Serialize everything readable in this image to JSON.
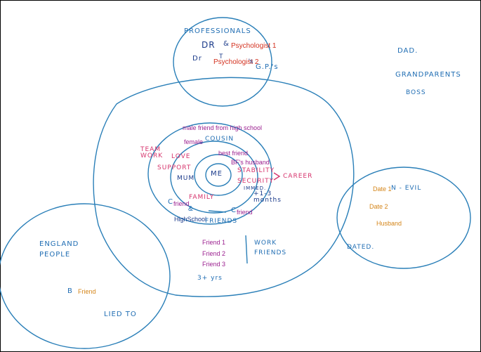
{
  "colors": {
    "ink_blue": "#1f6db3",
    "ink_navy": "#1a3a8a",
    "ink_pink": "#d6336c",
    "ink_purple": "#9b1f8f",
    "ink_red": "#d3311f",
    "ink_orange": "#d48519"
  },
  "professionals": {
    "title": "PROFESSIONALS",
    "dr1_prefix": "DR",
    "dr1_amp": "&",
    "dr1_name": "Psychologist 1",
    "dr2_prefix": "Dr",
    "dr2_mark": "T",
    "dr2_name": "Psychologist 2",
    "dr2_suffix": "'s",
    "gps": "G.P.'s"
  },
  "outside": {
    "dad": "DAD.",
    "grandparents": "GRANDPARENTS",
    "boss": "BOSS"
  },
  "center": {
    "me": "ME",
    "mum": "MUM",
    "family": "FAMILY",
    "male_friend": "male friend from high school",
    "female": "female",
    "cousin": "COUSIN",
    "best_friend": "best friend",
    "bf_husband": "BF's husband",
    "team_work": "TEAM WORK",
    "love": "LOVE",
    "support": "SUPPORT",
    "stability": "STABILITY",
    "security": "SECURITY",
    "career": "CAREER",
    "immed": "IMMED.",
    "months": "+1-3 months",
    "c1_prefix": "C",
    "friend_c1": "friend",
    "amp": "&",
    "c2_prefix": "C",
    "friend_c2": "friend",
    "highschool": "HighSchool",
    "friends": "FRIENDS"
  },
  "work": {
    "friend1": "Friend 1",
    "friend2": "Friend 2",
    "friend3": "Friend 3",
    "work_friends": "WORK FRIENDS",
    "years": "3+ yrs"
  },
  "england": {
    "title": "ENGLAND PEOPLE",
    "b_prefix": "B",
    "friend": "Friend",
    "lied_to": "LIED TO"
  },
  "dated": {
    "date1": "Date 1",
    "evil": "N - EVIL",
    "date2": "Date 2",
    "husband": "Husband",
    "title": "DATED."
  }
}
